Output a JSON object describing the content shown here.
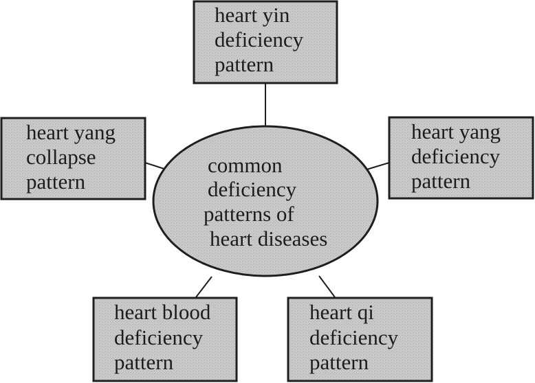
{
  "colors": {
    "fill": "#c9c9c9",
    "stroke": "#1e1e1e",
    "text": "#1c1c1c",
    "background": "#ffffff"
  },
  "center": {
    "lines": [
      "common",
      "deficiency",
      "patterns of",
      "heart diseases"
    ]
  },
  "nodes": [
    {
      "id": "heart-yin-deficiency",
      "lines": [
        "heart yin",
        "deficiency",
        "pattern"
      ]
    },
    {
      "id": "heart-yang-collapse",
      "lines": [
        "heart yang",
        "collapse",
        "pattern"
      ]
    },
    {
      "id": "heart-yang-deficiency",
      "lines": [
        "heart yang",
        "deficiency",
        "pattern"
      ]
    },
    {
      "id": "heart-blood-deficiency",
      "lines": [
        "heart blood",
        "deficiency",
        "pattern"
      ]
    },
    {
      "id": "heart-qi-deficiency",
      "lines": [
        "heart qi",
        "deficiency",
        "pattern"
      ]
    }
  ]
}
